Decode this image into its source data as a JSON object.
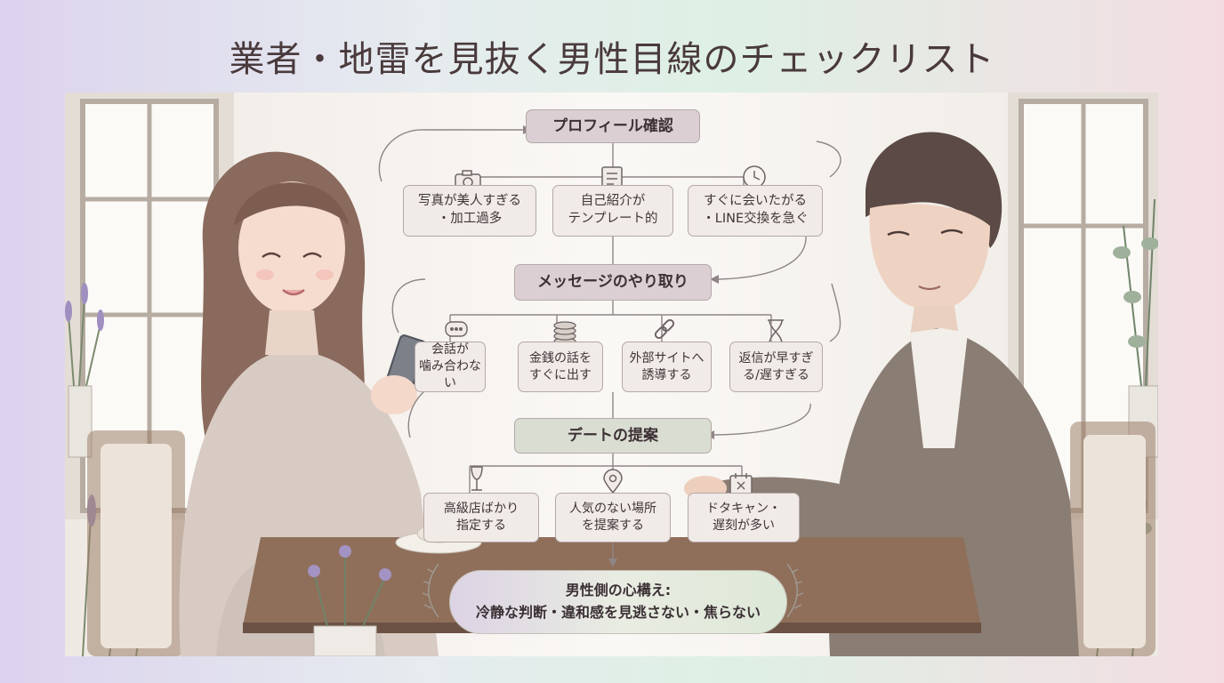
{
  "title": "業者・地雷を見抜く男性目線のチェックリスト",
  "sections": [
    {
      "label": "プロフィール確認",
      "items": [
        {
          "label": "写真が美人すぎる\n・加工過多",
          "icon": "camera-icon"
        },
        {
          "label": "自己紹介が\nテンプレート的",
          "icon": "document-icon"
        },
        {
          "label": "すぐに会いたがる\n・LINE交換を急ぐ",
          "icon": "clock-icon"
        }
      ]
    },
    {
      "label": "メッセージのやり取り",
      "items": [
        {
          "label": "会話が\n噛み合わない",
          "icon": "chat-bubble-icon"
        },
        {
          "label": "金銭の話を\nすぐに出す",
          "icon": "coins-icon"
        },
        {
          "label": "外部サイトへ\n誘導する",
          "icon": "link-icon"
        },
        {
          "label": "返信が早すぎ\nる/遅すぎる",
          "icon": "hourglass-icon"
        }
      ]
    },
    {
      "label": "デートの提案",
      "items": [
        {
          "label": "高級店ばかり\n指定する",
          "icon": "wine-glass-icon"
        },
        {
          "label": "人気のない場所\nを提案する",
          "icon": "map-pin-icon"
        },
        {
          "label": "ドタキャン・\n遅刻が多い",
          "icon": "calendar-cancel-icon"
        }
      ]
    }
  ],
  "conclusion": {
    "line1": "男性側の心構え:",
    "line2": "冷静な判断・違和感を見逃さない・焦らない"
  },
  "colors": {
    "header_box": "#dccfd4",
    "item_box": "#f1ebe8",
    "border": "#b4a8a6",
    "connector": "#8f8586",
    "title_text": "#4a3a3c"
  }
}
